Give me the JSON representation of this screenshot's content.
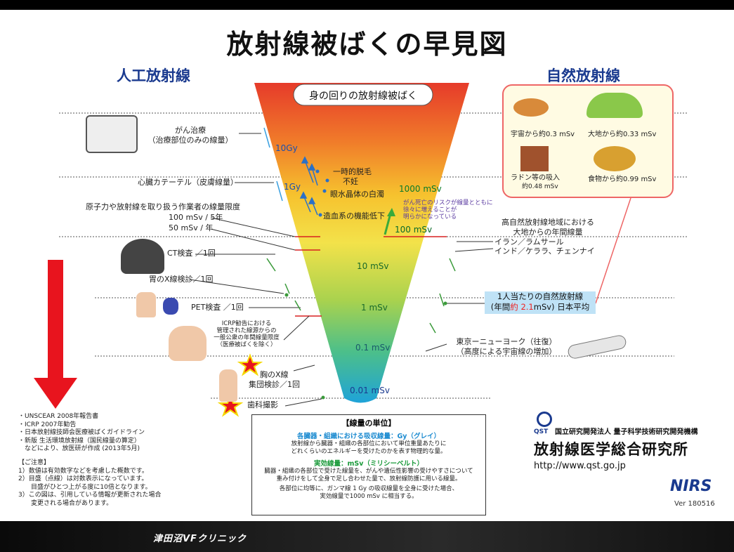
{
  "title": "放射線被ばくの早見図",
  "left_heading": "人工放射線",
  "right_heading": "自然放射線",
  "funnel_header": "身の回りの放射線被ばく",
  "scale_labels": [
    "10Gy",
    "1Gy",
    "1000 mSv",
    "100 mSv",
    "10 mSv",
    "1 mSv",
    "0.1 mSv",
    "0.01 mSv"
  ],
  "risk_note": [
    "がん死亡のリスクが線量とともに",
    "徐々に増えることが",
    "明らかになっている"
  ],
  "effects": [
    "一時的脱毛",
    "不妊",
    "眼水晶体の白濁",
    "造血系の機能低下"
  ],
  "artificial": {
    "cancer_treatment": [
      "がん治療",
      "（治療部位のみの線量）"
    ],
    "cardiac_cath": "心臓カテーテル（皮膚線量）",
    "worker_limit": "原子力や放射線を取り扱う作業者の線量限度",
    "limit_5yr": "100 mSv / 5年",
    "limit_1yr": "50 mSv / 年",
    "ct": "CT検査 ／1回",
    "stomach_xray": "胃のX線検診／1回",
    "pet": "PET検査 ／1回",
    "icrp_public": [
      "ICRP勧告における",
      "管理された線源からの",
      "一般公衆の年間線量限度",
      "（医療被ばくを除く）"
    ],
    "chest_xray": [
      "胸のX線",
      "集団検診／1回"
    ],
    "dental": "歯科撮影"
  },
  "natural": {
    "cosmic": "宇宙から約0.3 mSv",
    "ground": "大地から約0.33 mSv",
    "radon": [
      "ラドン等の吸入",
      "約0.48 mSv"
    ],
    "food": "食物から約0.99 mSv",
    "high_areas": [
      "高自然放射線地域における",
      "大地からの年間線量"
    ],
    "iran": "イラン／ラムサール",
    "india": "インド／ケララ、チェンナイ",
    "avg_line1": "1人当たりの自然放射線",
    "avg_line2_a": "(年間",
    "avg_line2_b": "約 2.1",
    "avg_line2_c": "mSv) 日本平均",
    "flight": [
      "東京ーニューヨーク（往復）",
      "（高度による宇宙線の増加）"
    ]
  },
  "sources": [
    "・UNSCEAR 2008年報告書",
    "・ICRP 2007年勧告",
    "・日本放射線技師会医療被ばくガイドライン",
    "・新版 生活環境放射線（国民線量の算定）",
    "　などにより、放医研が作成 (2013年5月)"
  ],
  "cautions": [
    "【ご注意】",
    "1）数値は有効数字などを考慮した概数です。",
    "2）目盛（点線）は対数表示になっています。",
    "　　目盛がひとつ上がる度に10倍となります。",
    "3）この図は、引用している情報が更新された場合",
    "　　変更される場合があります。"
  ],
  "units": {
    "title": "【線量の単位】",
    "absorbed_head": "各臓器・組織における吸収線量：Gy（グレイ）",
    "absorbed_text": [
      "放射線から臓器・組織の各部位において単位重量あたりに",
      "どれくらいのエネルギーを受けたのかを表す物理的な量。"
    ],
    "effective_head": "実効線量：mSv（ミリシーベルト）",
    "effective_text": [
      "臓器・組織の各部位で受けた線量を、がんや遺伝性影響の受けやすさについて",
      "重み付けをして全身で足し合わせた量で、放射線防護に用いる線量。"
    ],
    "conversion": [
      "各部位に均等に、ガンマ線 1 Gy の吸収線量を全身に受けた場合、",
      "実効線量で1000 mSv に相当する。"
    ]
  },
  "org": {
    "qst": "QST",
    "name1": "国立研究開発法人 量子科学技術研究開発機構",
    "name2": "放射線医学総合研究所",
    "url": "http://www.qst.go.jp",
    "nirs": "NIRS",
    "version": "Ver 180516"
  },
  "footer": "津田沼VFクリニック",
  "colors": {
    "heading_blue": "#1a3a8f",
    "funnel_top": "#e8402a",
    "funnel_bottom": "#22a6d8",
    "arrow_red": "#e8141e",
    "accent_red": "#d82020"
  }
}
